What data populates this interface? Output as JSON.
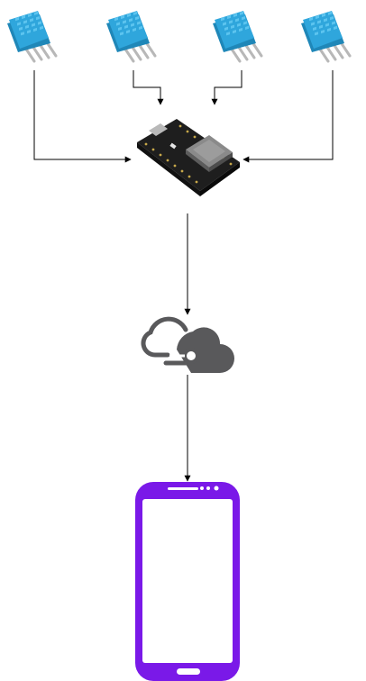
{
  "diagram": {
    "nodes": [
      {
        "id": "sensor-1",
        "kind": "dht-temperature-humidity-sensor"
      },
      {
        "id": "sensor-2",
        "kind": "dht-temperature-humidity-sensor"
      },
      {
        "id": "sensor-3",
        "kind": "dht-temperature-humidity-sensor"
      },
      {
        "id": "sensor-4",
        "kind": "dht-temperature-humidity-sensor"
      },
      {
        "id": "microcontroller",
        "kind": "esp32-feather-board"
      },
      {
        "id": "cloud",
        "kind": "azure-iot-cloud"
      },
      {
        "id": "phone",
        "kind": "smartphone"
      }
    ],
    "edges": [
      {
        "from": "sensor-1",
        "to": "microcontroller"
      },
      {
        "from": "sensor-2",
        "to": "microcontroller"
      },
      {
        "from": "sensor-3",
        "to": "microcontroller"
      },
      {
        "from": "sensor-4",
        "to": "microcontroller"
      },
      {
        "from": "microcontroller",
        "to": "cloud"
      },
      {
        "from": "cloud",
        "to": "phone"
      }
    ],
    "colors": {
      "sensor_body": "#2fa6dc",
      "sensor_body_light": "#5cc4ef",
      "sensor_pin": "#b8b8b8",
      "board": "#2a2a2a",
      "board_chip": "#7a7a7a",
      "cloud": "#59595b",
      "phone_frame": "#7a19e8",
      "phone_screen": "#ffffff",
      "connector": "#000000"
    }
  }
}
